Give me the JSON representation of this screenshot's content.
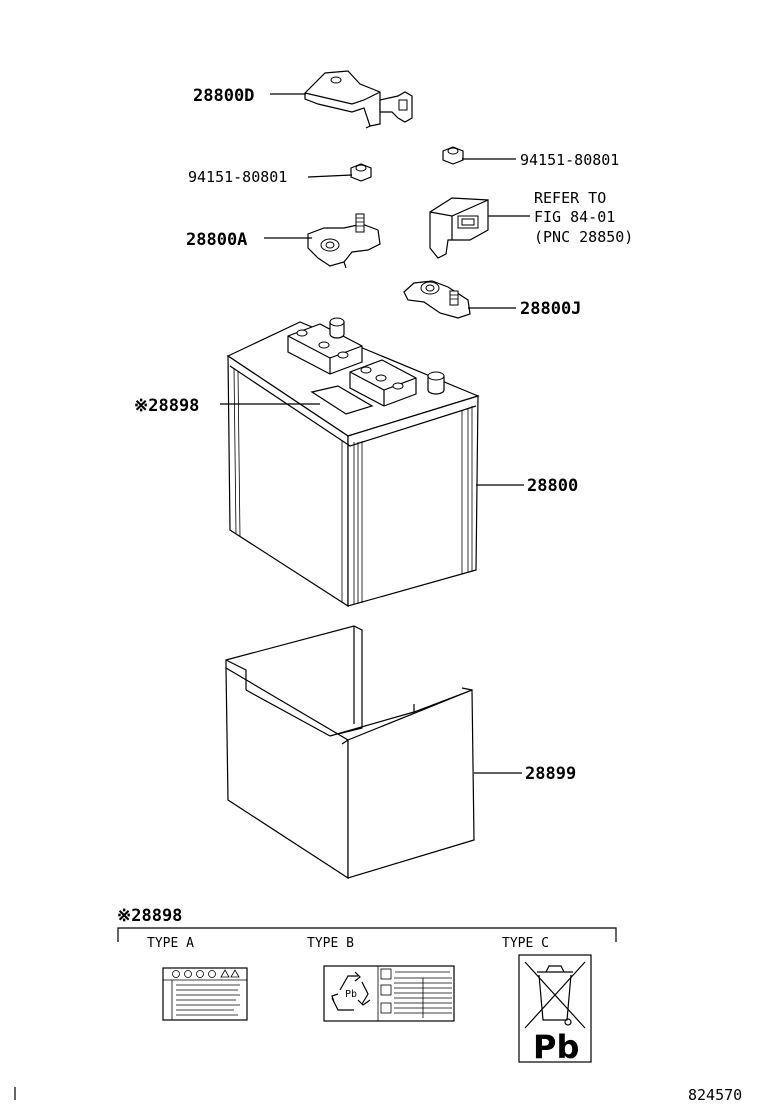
{
  "callouts": {
    "bracket_d": "28800D",
    "nut_left": "94151-80801",
    "nut_right": "94151-80801",
    "clamp_a": "28800A",
    "refer_line1": "REFER TO",
    "refer_line2": "FIG  84-01",
    "refer_line3": "(PNC 28850)",
    "clamp_j": "28800J",
    "label_ref": "※28898",
    "battery": "28800",
    "tray": "28899"
  },
  "label_types": {
    "heading": "※28898",
    "type_a": "TYPE A",
    "type_b": "TYPE B",
    "type_c": "TYPE C",
    "pb_mark": "Pb",
    "pb_small": "Pb"
  },
  "footer": {
    "figure_number": "824570"
  }
}
